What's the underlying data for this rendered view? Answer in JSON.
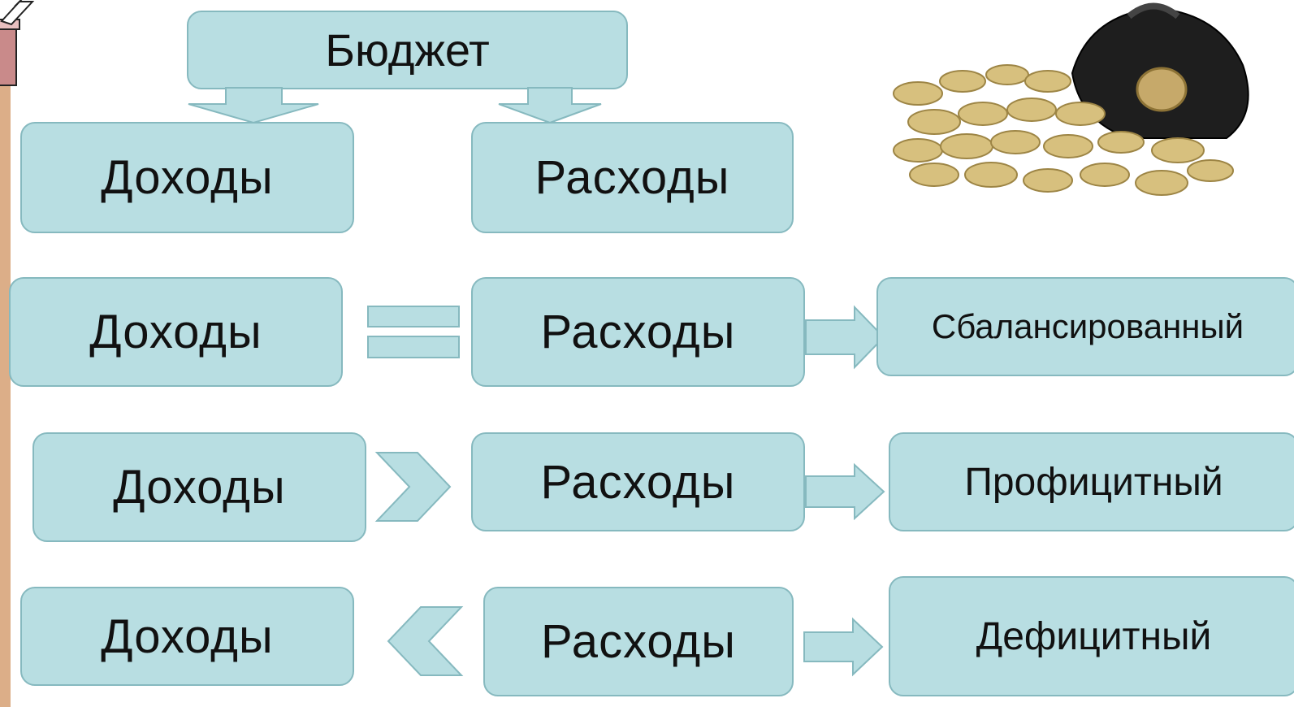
{
  "diagram": {
    "root": {
      "label": "Бюджет"
    },
    "level1": {
      "income": "Доходы",
      "expense": "Расходы"
    },
    "rows": [
      {
        "left": "Доходы",
        "relation": "equals",
        "right": "Расходы",
        "result": "Сбалансированный"
      },
      {
        "left": "Доходы",
        "relation": "greater-than",
        "right": "Расходы",
        "result": "Профицитный"
      },
      {
        "left": "Доходы",
        "relation": "less-than",
        "right": "Расходы",
        "result": "Дефицитный"
      }
    ]
  },
  "colors": {
    "box_fill": "#b8dee2",
    "box_border": "#86b9bf",
    "side_stripe": "#dcae88"
  },
  "illustration": {
    "icon": "purse-with-coins-icon"
  }
}
